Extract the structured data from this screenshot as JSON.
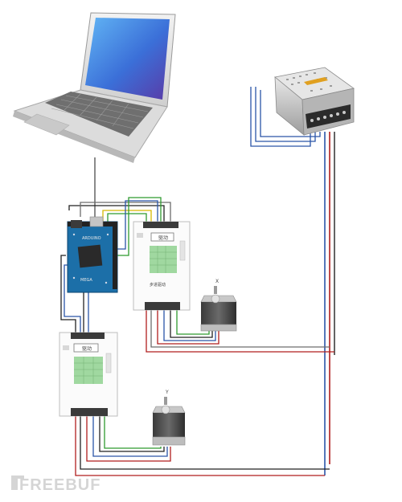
{
  "components": {
    "driver_1": {
      "label": "驱动",
      "caption": "步进驱动"
    },
    "driver_2": {
      "label": "驱动"
    },
    "motor_1": {
      "label": "X"
    },
    "motor_2": {
      "label": "Y"
    }
  },
  "watermark": {
    "text": "FREEBUF"
  },
  "colors": {
    "wire_red": "#b01e1e",
    "wire_blue": "#2a55a8",
    "wire_black": "#222222",
    "wire_gray": "#6d6d6d",
    "wire_yellow": "#d6b800",
    "wire_green": "#2f9a2f",
    "arduino_blue": "#1c6fa8",
    "driver_green": "#8fd18f"
  },
  "icons": [
    "laptop-icon",
    "power-supply-icon",
    "arduino-board-icon",
    "stepper-driver-icon",
    "stepper-motor-icon"
  ]
}
